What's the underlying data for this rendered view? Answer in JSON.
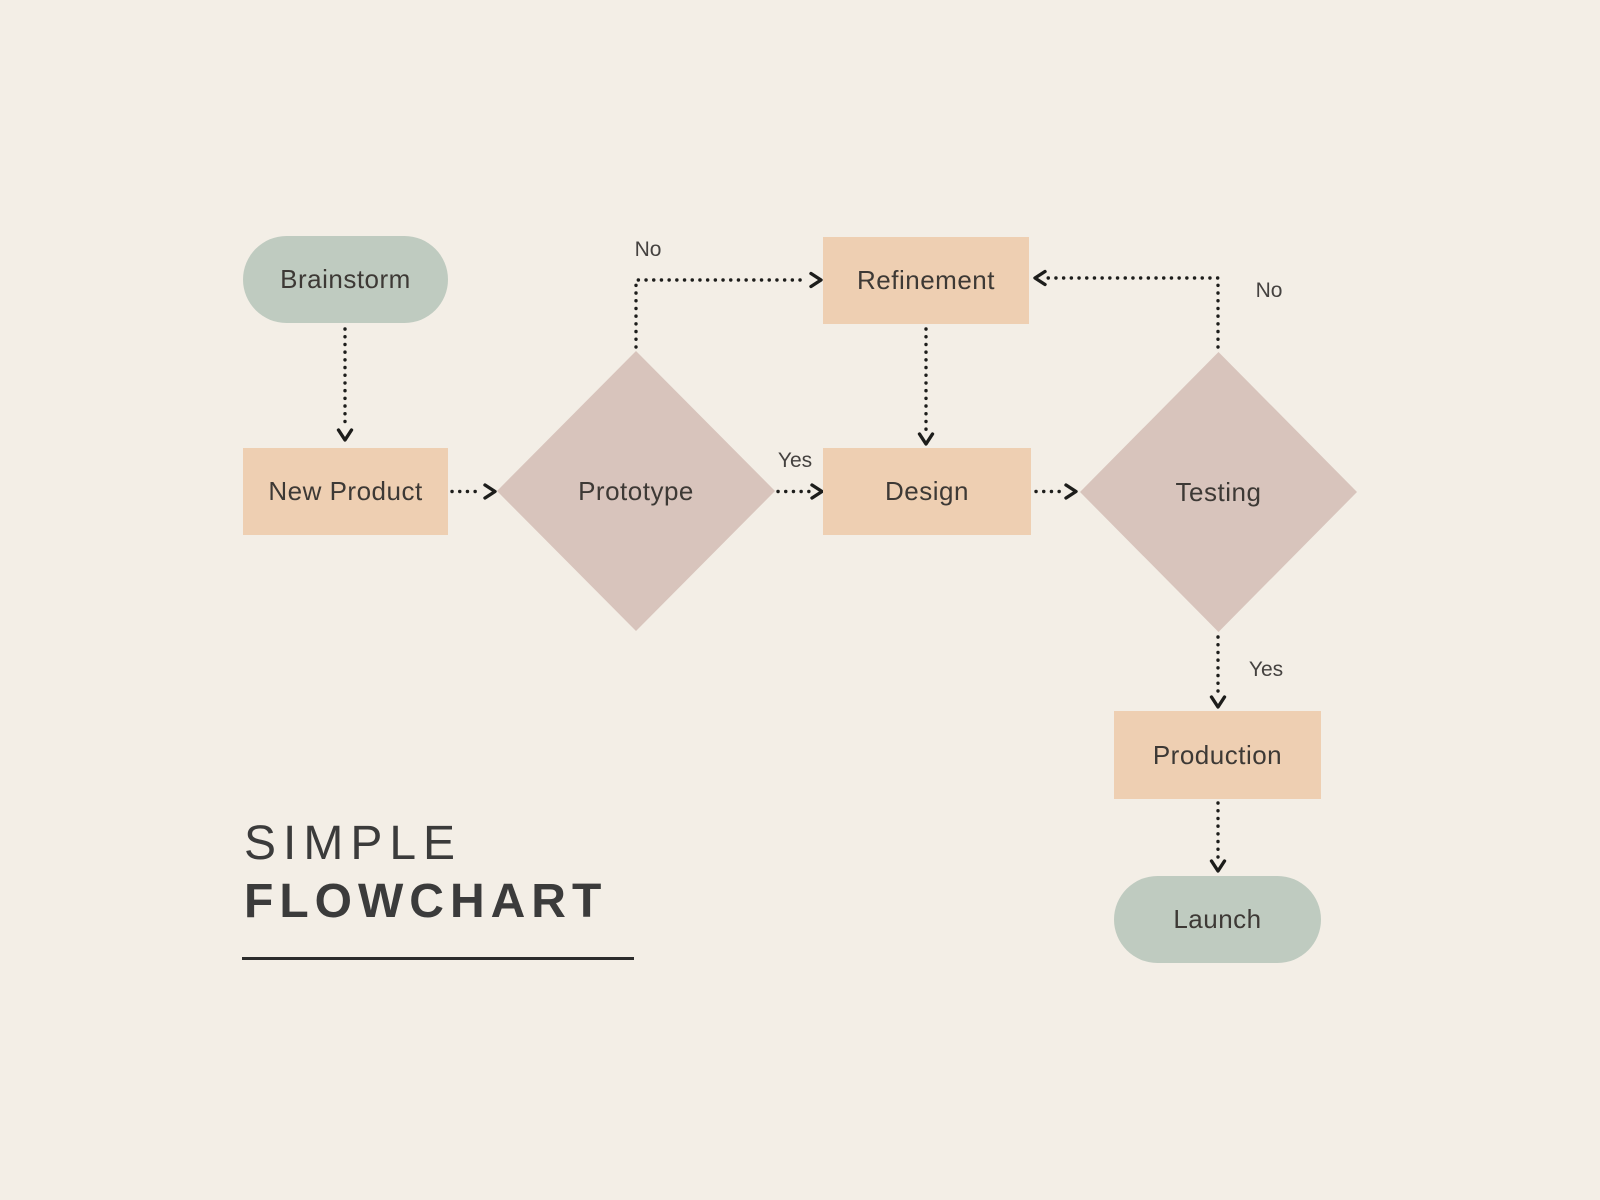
{
  "title": {
    "line1": "SIMPLE",
    "line2": "FLOWCHART"
  },
  "nodes": {
    "brainstorm": {
      "label": "Brainstorm",
      "shape": "pill",
      "fill": "#bfcbc0"
    },
    "new_product": {
      "label": "New Product",
      "shape": "rect",
      "fill": "#eecfb2"
    },
    "prototype": {
      "label": "Prototype",
      "shape": "diamond",
      "fill": "#d8c4bc"
    },
    "refinement": {
      "label": "Refinement",
      "shape": "rect",
      "fill": "#eecfb2"
    },
    "design": {
      "label": "Design",
      "shape": "rect",
      "fill": "#eecfb2"
    },
    "testing": {
      "label": "Testing",
      "shape": "diamond",
      "fill": "#d8c4bc"
    },
    "production": {
      "label": "Production",
      "shape": "rect",
      "fill": "#eecfb2"
    },
    "launch": {
      "label": "Launch",
      "shape": "pill",
      "fill": "#bfcbc0"
    }
  },
  "edge_labels": {
    "prototype_no": "No",
    "prototype_yes": "Yes",
    "testing_no": "No",
    "testing_yes": "Yes"
  },
  "colors": {
    "background": "#f3eee6",
    "connector": "#1d1d1b",
    "title_text": "#3b3b3b",
    "node_text": "#3d3935"
  }
}
